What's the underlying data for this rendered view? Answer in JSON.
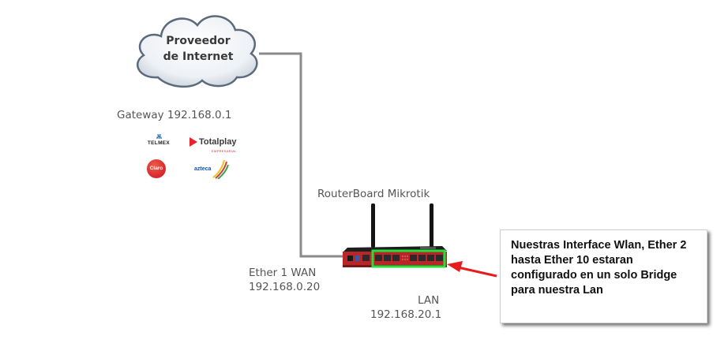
{
  "diagram": {
    "cloud": {
      "line1": "Proveedor",
      "line2": "de Internet"
    },
    "gateway_label": "Gateway 192.168.0.1",
    "isp_logos": [
      {
        "name": "TELMEX",
        "icon": "telmex-logo"
      },
      {
        "name": "Totalplay",
        "subtitle": "EMPRESARIAL",
        "icon": "totalplay-logo"
      },
      {
        "name": "Claro",
        "icon": "claro-logo"
      },
      {
        "name": "azteca",
        "icon": "azteca-logo"
      }
    ],
    "router_label": "RouterBoard Mikrotik",
    "wan": {
      "label": "Ether 1 WAN",
      "ip": "192.168.0.20"
    },
    "lan": {
      "label": "LAN",
      "ip": "192.168.20.1"
    },
    "note": {
      "text": "Nuestras Interface Wlan, Ether 2\n hasta Ether 10 estaran\nconfigurado en un solo Bridge\npara nuestra Lan"
    },
    "colors": {
      "connection_line": "#8a8a8a",
      "highlight_box": "#22e03a",
      "arrow": "#e81c1c",
      "router_body": "#b8262a",
      "router_top": "#1e1e1e"
    }
  }
}
